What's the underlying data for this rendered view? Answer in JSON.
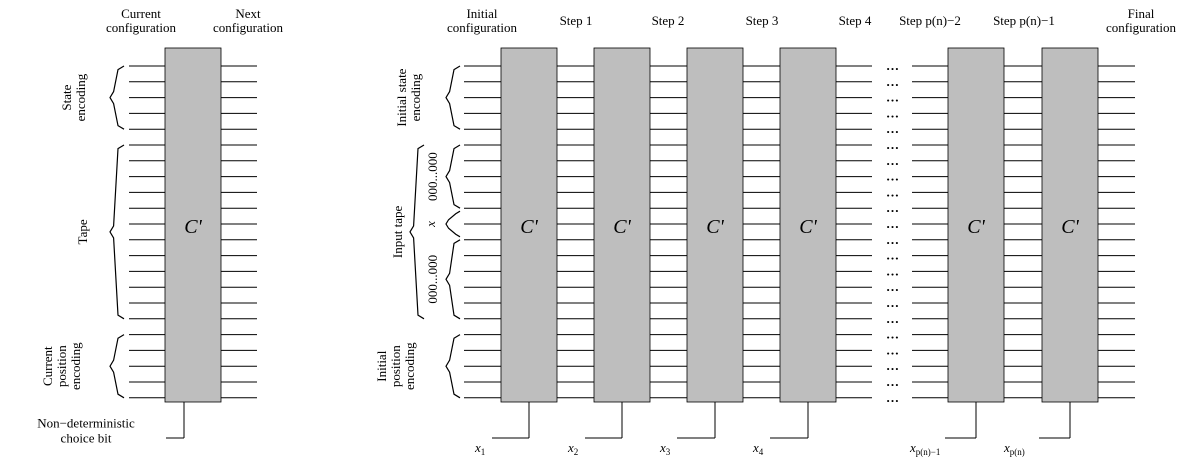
{
  "left_diagram": {
    "header_current": [
      "Current",
      "configuration"
    ],
    "header_next": [
      "Next",
      "configuration"
    ],
    "box_label": "C'",
    "brace_state": [
      "State",
      "encoding"
    ],
    "brace_tape": "Tape",
    "brace_position": [
      "Current",
      "position",
      "encoding"
    ],
    "choice_label": [
      "Non−deterministic",
      "choice bit"
    ]
  },
  "right_diagram": {
    "col_headers": [
      [
        "Initial",
        "configuration"
      ],
      [
        "Step 1"
      ],
      [
        "Step 2"
      ],
      [
        "Step 3"
      ],
      [
        "Step 4"
      ],
      [
        "Step p(n)−2"
      ],
      [
        "Step p(n)−1"
      ],
      [
        "Final",
        "configuration"
      ]
    ],
    "box_label": "C'",
    "dots": "…",
    "brace_initial_state": [
      "Initial state",
      "encoding"
    ],
    "brace_input_tape": "Input tape",
    "sub_zeros_top": "000...000",
    "sub_x": "x",
    "sub_zeros_bottom": "000...000",
    "brace_initial_position": [
      "Initial",
      "position",
      "encoding"
    ],
    "choice_labels": [
      {
        "base": "x",
        "sub": "1"
      },
      {
        "base": "x",
        "sub": "2"
      },
      {
        "base": "x",
        "sub": "3"
      },
      {
        "base": "x",
        "sub": "4"
      },
      {
        "base": "x",
        "sub": "p(n)−1"
      },
      {
        "base": "x",
        "sub": "p(n)"
      }
    ]
  },
  "colors": {
    "box_fill": "#bebebe",
    "line": "#000000"
  }
}
